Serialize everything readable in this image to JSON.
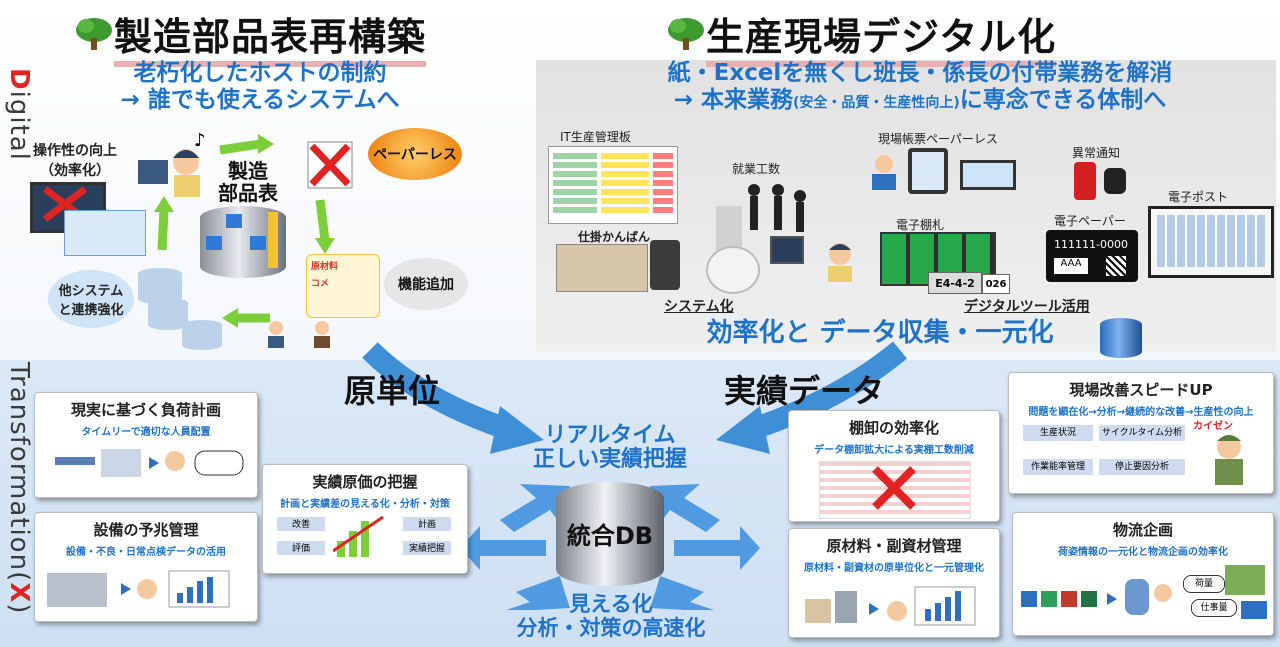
{
  "side_labels": {
    "digital_d": "D",
    "digital_rest": "igital",
    "transformation": "Transformation(",
    "transformation_x": "X",
    "transformation_close": ")"
  },
  "left": {
    "title": "製造部品表再構築",
    "subtitle_1": "老朽化したホストの制約",
    "subtitle_2": "→ 誰でも使えるシステムへ",
    "usability": "操作性の向上\n（効率化）",
    "paperless": "ペーパーレス",
    "db_label": "製造\n部品表",
    "other_system": "他システム\nと連携強化",
    "feature_add": "機能追加",
    "bom_items": [
      "原材料",
      "コメ"
    ]
  },
  "right": {
    "title": "生産現場デジタル化",
    "subtitle_1": "紙・Excelを無くし班長・係長の付帯業務を解消",
    "subtitle_2a": "→ 本来業務",
    "subtitle_2b": "(安全・品質・生産性向上)",
    "subtitle_2c": "に専念できる体制へ",
    "labels": {
      "it_board": "IT生産管理板",
      "work_hours": "就業工数",
      "field_paperless": "現場帳票ペーパーレス",
      "alert": "異常通知",
      "e_post": "電子ポスト",
      "e_shelf": "電子棚札",
      "e_paper": "電子ペーパー",
      "kanban": "仕掛かんばん",
      "system": "システム化",
      "digital_tool": "デジタルツール活用",
      "e_paper_num": "111111-0000",
      "e_paper_aaa": "AAA",
      "shelf_tag": "E4-4-2",
      "shelf_num": "026"
    },
    "efficiency": "効率化と データ収集・一元化"
  },
  "center": {
    "unit": "原単位",
    "actual": "実績データ",
    "realtime_1": "リアルタイム",
    "realtime_2": "正しい実績把握",
    "db": "統合DB",
    "visual_1": "見える化",
    "visual_2": "分析・対策の高速化"
  },
  "boxes": {
    "load_plan": {
      "title": "現実に基づく負荷計画",
      "desc": "タイムリーで適切な人員配置"
    },
    "predictive": {
      "title": "設備の予兆管理",
      "desc": "設備・不良・日常点検データの活用"
    },
    "cost": {
      "title": "実績原価の把握",
      "desc": "計画と実績差の見える化・分析・対策",
      "flow": [
        "改善",
        "計画",
        "評価",
        "実績把握"
      ]
    },
    "inventory": {
      "title": "棚卸の効率化",
      "desc": "データ棚卸拡大による実棚工数削減"
    },
    "materials": {
      "title": "原材料・副資材管理",
      "desc": "原材料・副資材の原単位化と一元管理化"
    },
    "kaizen": {
      "title": "現場改善スピードUP",
      "desc": "問題を顕在化→分析→継続的な改善→生産性の向上",
      "flow": [
        "生産状況",
        "サイクルタイム分析",
        "作業能率管理",
        "停止要因分析"
      ],
      "badge": "カイゼン"
    },
    "logistics": {
      "title": "物流企画",
      "desc": "荷姿情報の一元化と物流企画の効率化",
      "tags": [
        "荷量",
        "仕事量"
      ]
    }
  },
  "colors": {
    "accent_blue": "#1e73c8",
    "arrow_green": "#7ccf3a",
    "red": "#e02424",
    "title_underline": "#e7b1b1"
  }
}
